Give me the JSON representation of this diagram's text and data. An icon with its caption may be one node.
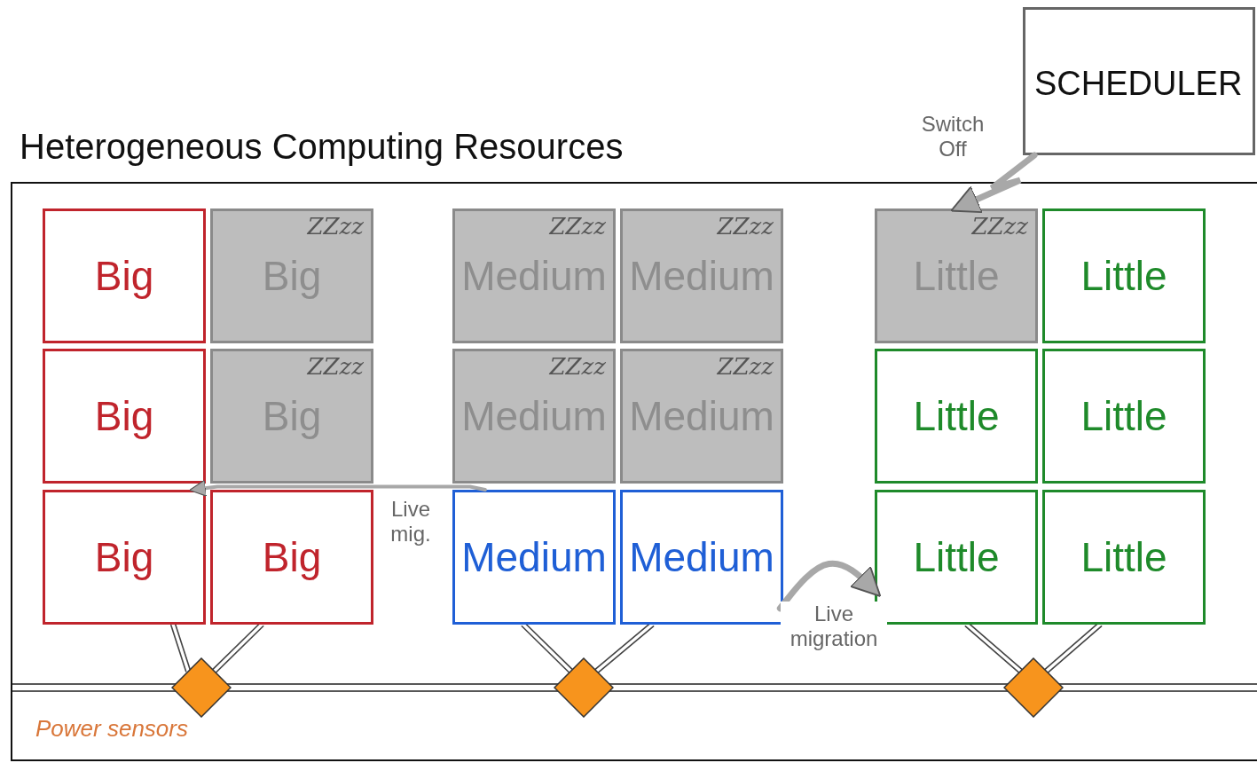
{
  "diagram": {
    "nodes": [
      {
        "text": [
          "SCHEDULER"
        ]
      },
      {
        "text": [
          "Heterogeneous Computing Resources"
        ]
      },
      {
        "text": [
          "Big"
        ],
        "in": 1
      },
      {
        "text": [
          "ZZzz",
          "Big"
        ],
        "in": 1
      },
      {
        "text": [
          "ZZzz",
          "Medium"
        ],
        "in": 1
      },
      {
        "text": [
          "ZZzz",
          "Medium"
        ],
        "in": 1
      },
      {
        "text": [
          "ZZzz",
          "Little"
        ],
        "in": 1
      },
      {
        "text": [
          "Little"
        ],
        "in": 1
      },
      {
        "text": [
          "Big"
        ],
        "in": 1
      },
      {
        "text": [
          "ZZzz",
          "Big"
        ],
        "in": 1
      },
      {
        "text": [
          "ZZzz",
          "Medium"
        ],
        "in": 1
      },
      {
        "text": [
          "ZZzz",
          "Medium"
        ],
        "in": 1
      },
      {
        "text": [
          "Little"
        ],
        "in": 1
      },
      {
        "text": [
          "Little"
        ],
        "in": 1
      },
      {
        "text": [
          "Big"
        ],
        "in": 1
      },
      {
        "text": [
          "Big"
        ],
        "in": 1
      },
      {
        "text": [
          "Medium"
        ],
        "in": 1
      },
      {
        "text": [
          "Medium"
        ],
        "in": 1
      },
      {
        "text": [
          "Little"
        ],
        "in": 1
      },
      {
        "text": [
          "Little"
        ],
        "in": 1
      },
      {
        "text": [],
        "shape": "diamond",
        "in": 1
      },
      {
        "text": [],
        "shape": "diamond",
        "in": 1
      },
      {
        "text": [],
        "shape": "diamond",
        "in": 1
      }
    ],
    "edges": [
      {
        "from": 0,
        "to": 6,
        "arrow": "to",
        "label": "Switch Off",
        "style": "thick",
        "color": "#a8a8a8"
      },
      {
        "from": 16,
        "to": 14,
        "arrow": "to",
        "label": "Live mig.",
        "style": "thick",
        "color": "#a8a8a8"
      },
      {
        "from": 17,
        "to": 18,
        "arrow": "to",
        "label": "Live migration",
        "style": "thick",
        "color": "#a8a8a8"
      },
      {
        "from": 14,
        "to": 20,
        "arrow": "none"
      },
      {
        "from": 15,
        "to": 20,
        "arrow": "none"
      },
      {
        "from": 16,
        "to": 21,
        "arrow": "none"
      },
      {
        "from": 17,
        "to": 21,
        "arrow": "none"
      },
      {
        "from": 18,
        "to": 22,
        "arrow": "none"
      },
      {
        "from": 19,
        "to": 22,
        "arrow": "none"
      }
    ],
    "labels": [
      "Power sensors"
    ]
  }
}
